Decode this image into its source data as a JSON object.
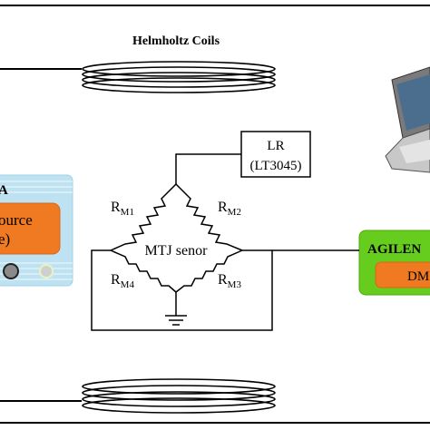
{
  "coils": {
    "title": "Helmholtz Coils"
  },
  "regulator": {
    "line1": "LR",
    "line2": "(LT3045)"
  },
  "bridge": {
    "center_label": "MTJ senor",
    "resistors": [
      {
        "base": "R",
        "sub": "M1"
      },
      {
        "base": "R",
        "sub": "M2"
      },
      {
        "base": "R",
        "sub": "M3"
      },
      {
        "base": "R",
        "sub": "M4"
      }
    ]
  },
  "source_panel": {
    "header": "A",
    "button_line1": "ource",
    "button_line2": "e)"
  },
  "agilent": {
    "header": "AGILEN",
    "button": "DM"
  },
  "colors": {
    "wire": "#000000",
    "source_panel_bg": "#bfe2f2",
    "source_button": "#f07a22",
    "agilent_bg": "#66cc1e",
    "agilent_button": "#f07a22",
    "laptop_body": "#7a7a7a",
    "laptop_screen": "#4b6e8f"
  }
}
